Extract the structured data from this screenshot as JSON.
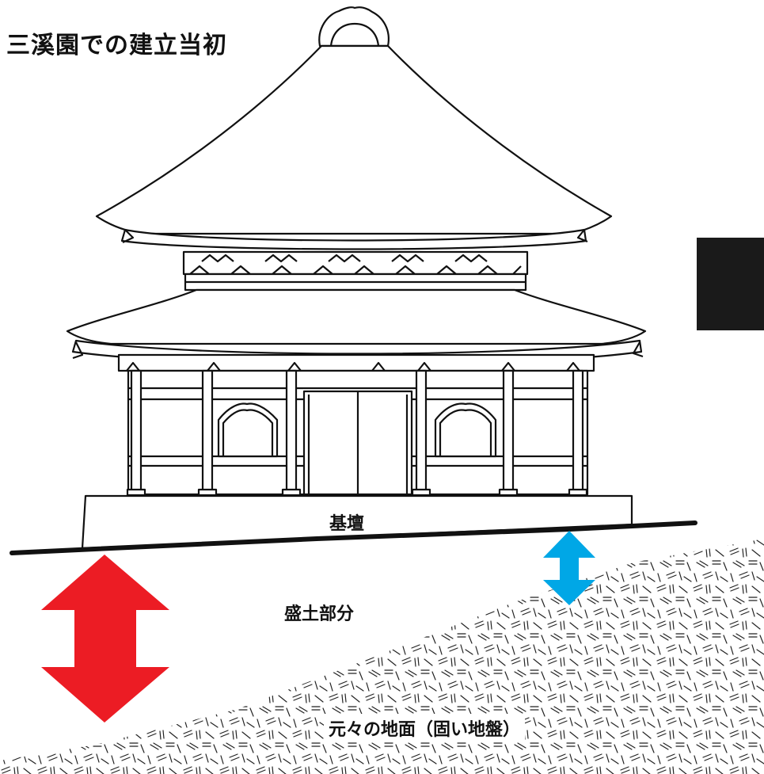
{
  "title": "三溪園での建立当初",
  "labels": {
    "platform": "基壇",
    "fill": "盛土部分",
    "ground": "元々の地面（固い地盤）"
  },
  "colors": {
    "line": "#111111",
    "fill_arrow": "#ec1c24",
    "platform_arrow": "#00a7e6",
    "dark_block": "#1a1a1a"
  },
  "icons": {
    "big_arrow": "double-arrow-vertical",
    "small_arrow": "double-arrow-vertical"
  }
}
